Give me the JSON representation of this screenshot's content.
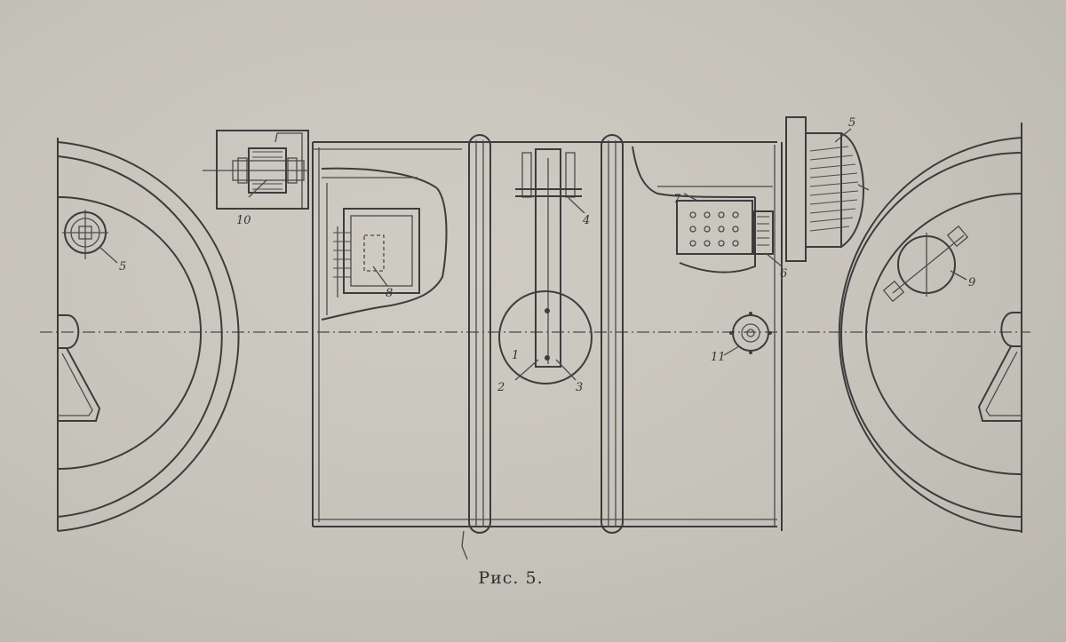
{
  "figure": {
    "caption": "Рис. 5.",
    "callouts": [
      "1",
      "2",
      "3",
      "4",
      "5",
      "5",
      "6",
      "7",
      "8",
      "9",
      "10",
      "11"
    ]
  }
}
